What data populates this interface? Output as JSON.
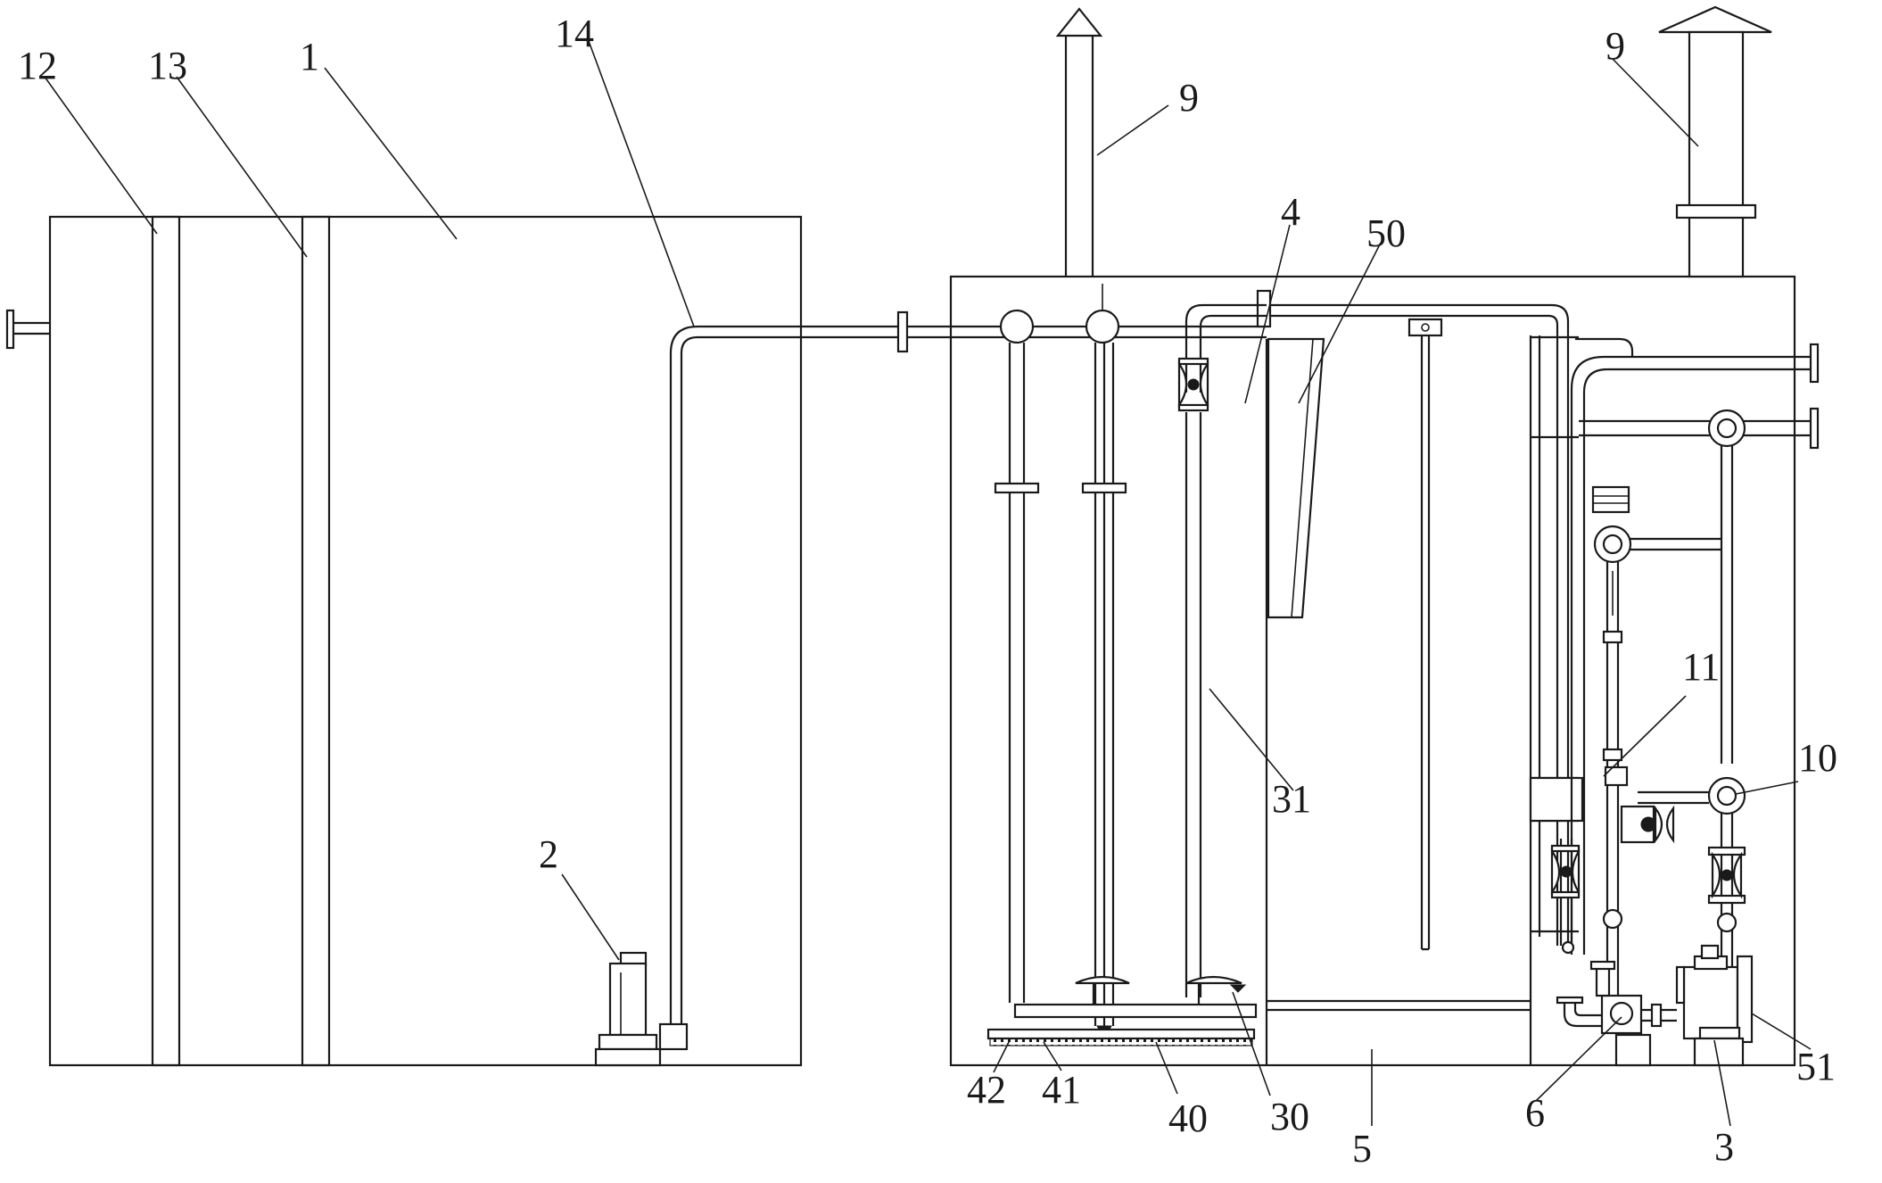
{
  "labels": {
    "l12": "12",
    "l13": "13",
    "l1": "1",
    "l14": "14",
    "l9a": "9",
    "l9b": "9",
    "l4": "4",
    "l50": "50",
    "l11": "11",
    "l10": "10",
    "l31": "31",
    "l2": "2",
    "l51": "51",
    "l42": "42",
    "l41": "41",
    "l40": "40",
    "l30": "30",
    "l5": "5",
    "l6": "6",
    "l3": "3"
  }
}
